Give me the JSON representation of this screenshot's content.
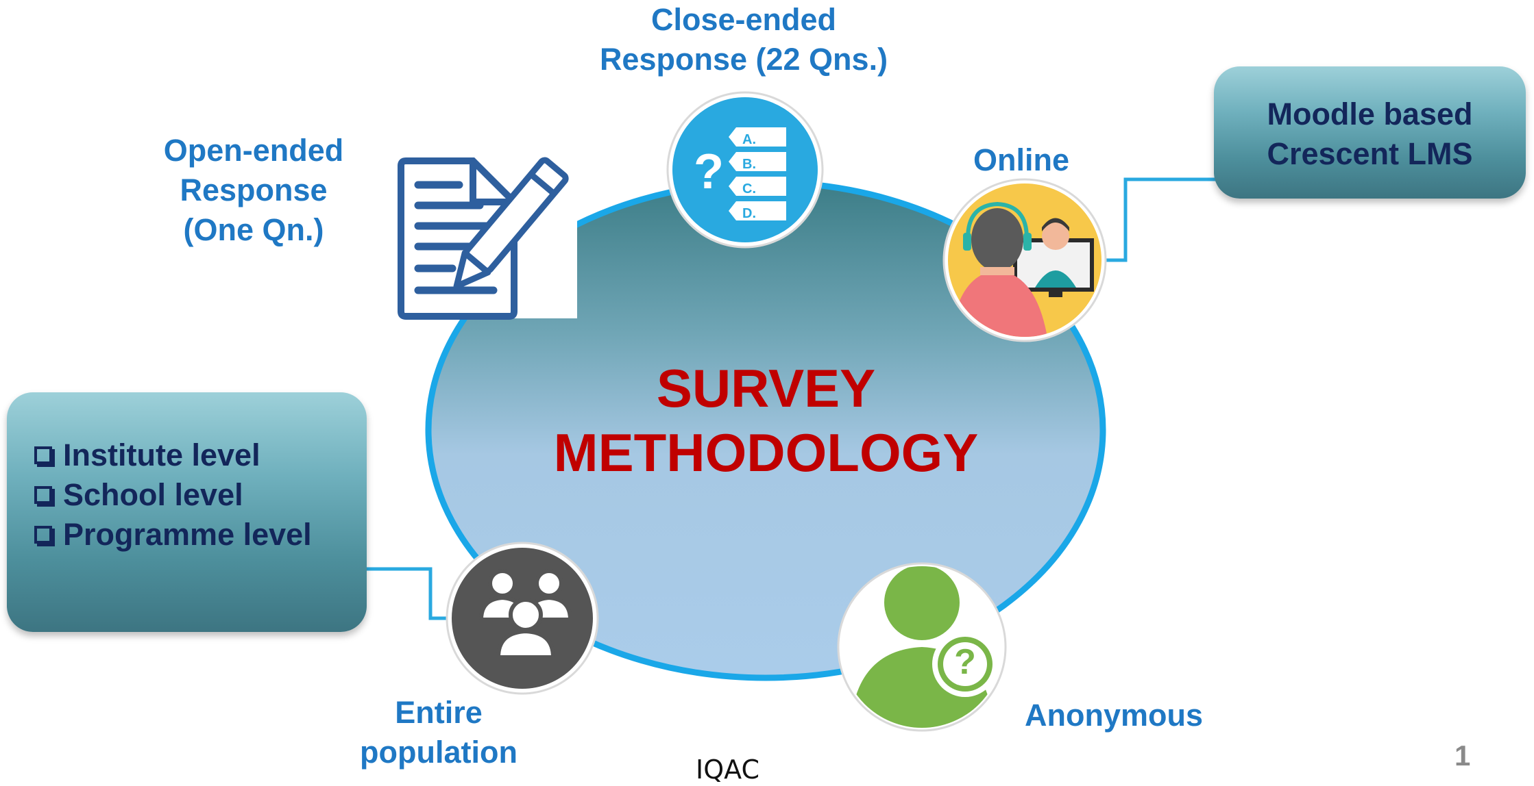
{
  "center": {
    "line1": "SURVEY",
    "line2": "METHODOLOGY"
  },
  "labels": {
    "close_ended": {
      "line1": "Close-ended",
      "line2": "Response (22 Qns.)"
    },
    "open_ended": {
      "line1": "Open-ended",
      "line2": "Response",
      "line3": "(One Qn.)"
    },
    "online": "Online",
    "entire_population": {
      "line1": "Entire",
      "line2": "population"
    },
    "anonymous": "Anonymous"
  },
  "lms_box": {
    "line1": "Moodle based",
    "line2": "Crescent LMS"
  },
  "levels_box": {
    "items": [
      "Institute level",
      "School level",
      "Programme level"
    ]
  },
  "quiz_options": [
    "A.",
    "B.",
    "C.",
    "D."
  ],
  "quiz_symbol": "?",
  "anon_symbol": "?",
  "footer": "IQAC",
  "page_number": "1",
  "icons": {
    "close_ended": "multiple-choice-icon",
    "open_ended": "document-pencil-icon",
    "online": "video-call-icon",
    "entire_population": "group-people-icon",
    "anonymous": "anonymous-user-icon"
  },
  "colors": {
    "label_blue": "#1f78c4",
    "title_red": "#c00000",
    "box_text": "#13265a",
    "ring_blue": "#1aa7e8",
    "connector": "#29a9e0"
  }
}
